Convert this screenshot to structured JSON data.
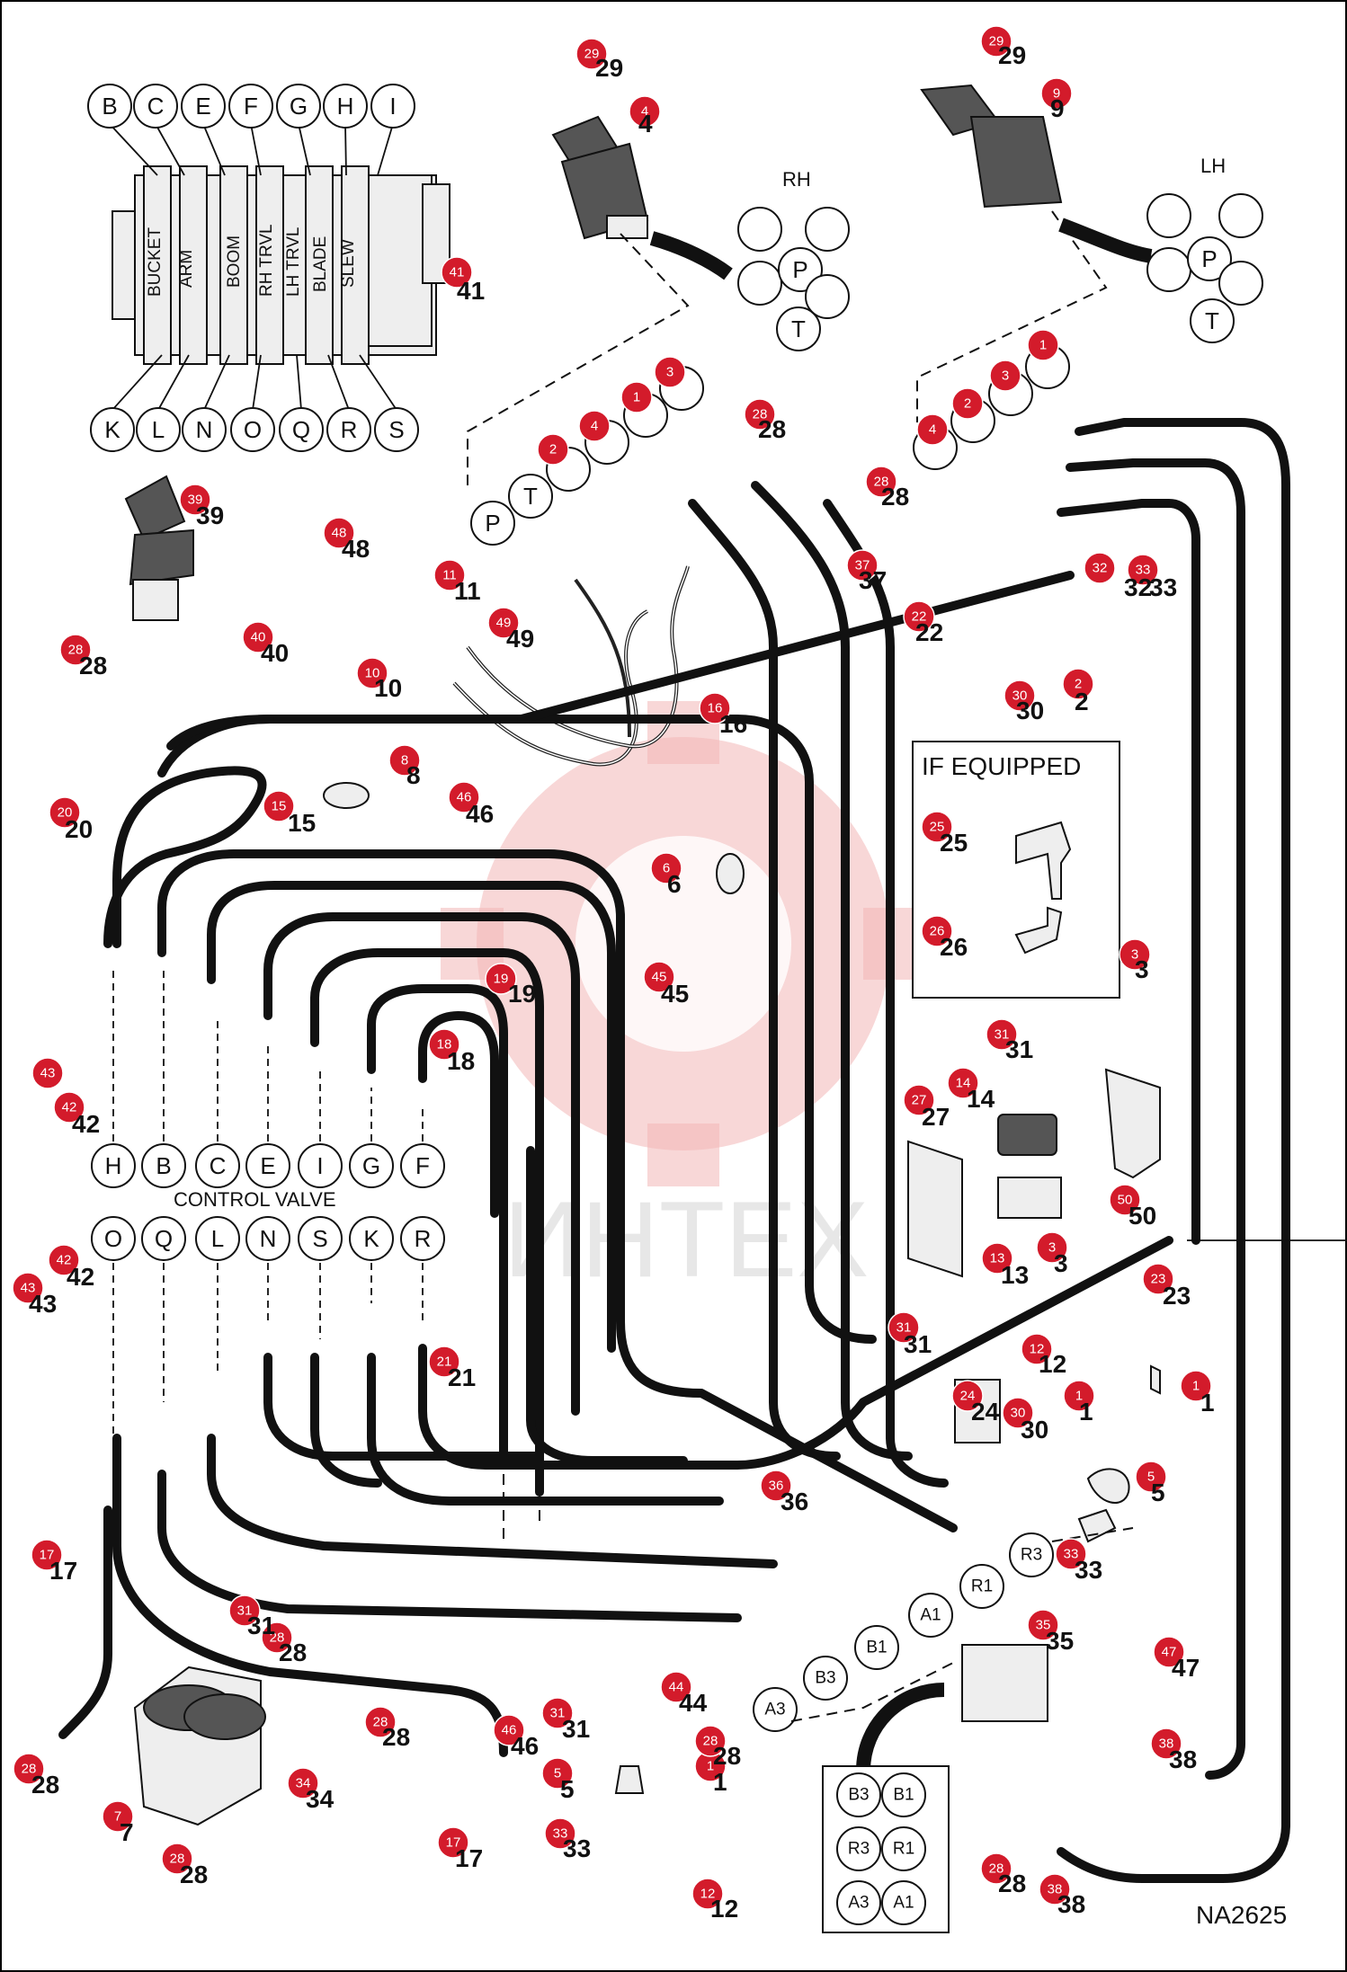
{
  "diagram_id": "NA2625",
  "watermark": "ИНТЕХ",
  "valve_top_ports": [
    "B",
    "C",
    "E",
    "F",
    "G",
    "H",
    "I"
  ],
  "valve_bottom_ports": [
    "K",
    "L",
    "N",
    "O",
    "Q",
    "R",
    "S"
  ],
  "valve_sections": [
    "BUCKET",
    "ARM",
    "BOOM",
    "RH TRVL",
    "LH TRVL",
    "BLADE",
    "SLEW"
  ],
  "rh_label": "RH",
  "lh_label": "LH",
  "joystick_ports": [
    "P",
    "T",
    "1",
    "2",
    "3",
    "4"
  ],
  "control_valve_label": "CONTROL VALVE",
  "control_valve_row1": [
    "H",
    "B",
    "C",
    "E",
    "I",
    "G",
    "F"
  ],
  "control_valve_row2": [
    "O",
    "Q",
    "L",
    "N",
    "S",
    "K",
    "R"
  ],
  "if_equipped_label": "IF EQUIPPED",
  "port_labels": [
    "R3",
    "R1",
    "A1",
    "B1",
    "B3",
    "A3"
  ],
  "port_chart": [
    "B3",
    "B1",
    "R3",
    "R1",
    "A3",
    "A1"
  ],
  "callouts": [
    "1",
    "2",
    "3",
    "4",
    "5",
    "6",
    "7",
    "8",
    "9",
    "10",
    "11",
    "12",
    "13",
    "14",
    "15",
    "16",
    "17",
    "18",
    "19",
    "20",
    "21",
    "22",
    "23",
    "24",
    "25",
    "26",
    "27",
    "28",
    "29",
    "30",
    "31",
    "32",
    "33",
    "34",
    "35",
    "36",
    "37",
    "38",
    "39",
    "40",
    "41",
    "42",
    "43",
    "44",
    "45",
    "46",
    "47",
    "48",
    "49",
    "50"
  ],
  "colors": {
    "badge": "#d31b2b",
    "line": "#111111",
    "watermark": "#f3b7b7"
  }
}
